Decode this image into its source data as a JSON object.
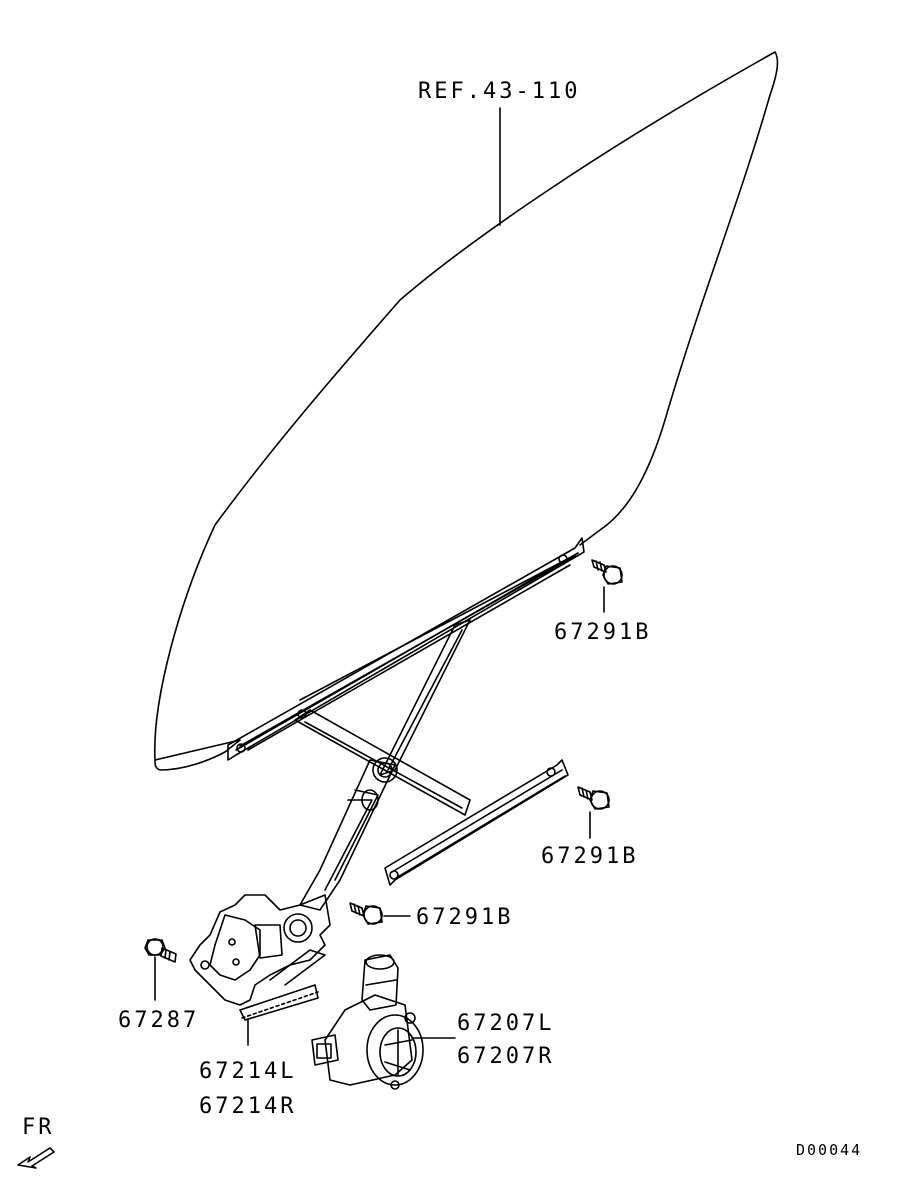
{
  "labels": {
    "glass_ref": "REF.43-110",
    "bolt_upper": "67291B",
    "bolt_middle": "67291B",
    "bolt_lower": "67291B",
    "bolt_67287": "67287",
    "regulator_l": "67214L",
    "regulator_r": "67214R",
    "motor_l": "67207L",
    "motor_r": "67207R",
    "direction": "FR",
    "diagram_id": "D00044"
  }
}
